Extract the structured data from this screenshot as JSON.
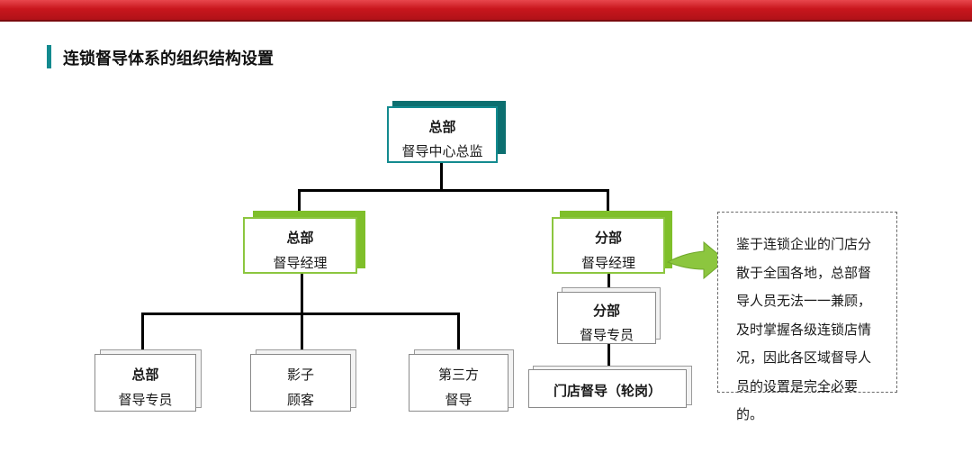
{
  "title": "连锁督导体系的组织结构设置",
  "nodes": {
    "hq_director": {
      "line1": "总部",
      "line2": "督导中心总监"
    },
    "hq_manager": {
      "line1": "总部",
      "line2": "督导经理"
    },
    "branch_manager": {
      "line1": "分部",
      "line2": "督导经理"
    },
    "hq_specialist": {
      "line1": "总部",
      "line2": "督导专员"
    },
    "shadow_customer": {
      "line1": "影子",
      "line2": "顾客"
    },
    "third_party": {
      "line1": "第三方",
      "line2": "督导"
    },
    "branch_specialist": {
      "line1": "分部",
      "line2": "督导专员"
    },
    "store_supervisor": {
      "line1": "门店督导（轮岗）"
    }
  },
  "note": {
    "lines": [
      "鉴于连锁企业的门店分",
      "散于全国各地，总部督",
      "导人员无法一一兼顾，",
      "及时掌握各级连锁店情",
      "况，因此各区域督导人",
      "员的设置是完全必要的。"
    ]
  },
  "colors": {
    "teal": "#138a8f",
    "green": "#8cc63f",
    "red": "#c8161d"
  }
}
